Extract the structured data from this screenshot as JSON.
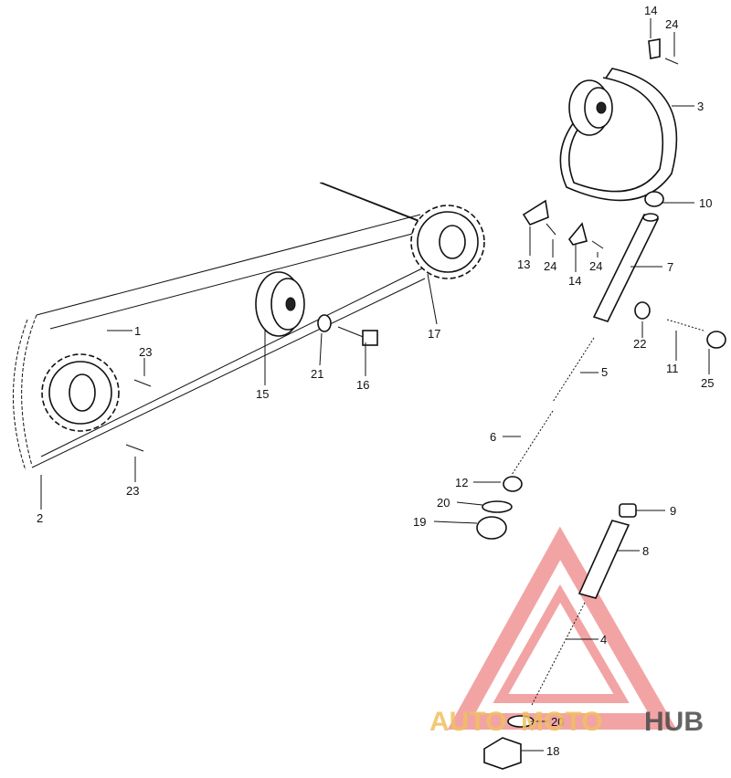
{
  "labels": {
    "p1": "1",
    "p2": "2",
    "p3": "3",
    "p4": "4",
    "p5": "5",
    "p6": "6",
    "p7": "7",
    "p8": "8",
    "p9": "9",
    "p10": "10",
    "p11": "11",
    "p12": "12",
    "p13": "13",
    "p14a": "14",
    "p14b": "14",
    "p15": "15",
    "p16": "16",
    "p17": "17",
    "p18": "18",
    "p19": "19",
    "p20a": "20",
    "p20b": "20",
    "p21": "21",
    "p22": "22",
    "p23a": "23",
    "p23b": "23",
    "p24a": "24",
    "p24b": "24",
    "p24c": "24",
    "p25": "25"
  },
  "watermark": {
    "part1": "AUTO",
    "part2": "MOTO",
    "part3": "HUB"
  },
  "colors": {
    "watermark_triangle": "#e85a5a",
    "watermark_text_light": "#f0c060",
    "watermark_text_dark": "#4a4a4a"
  }
}
